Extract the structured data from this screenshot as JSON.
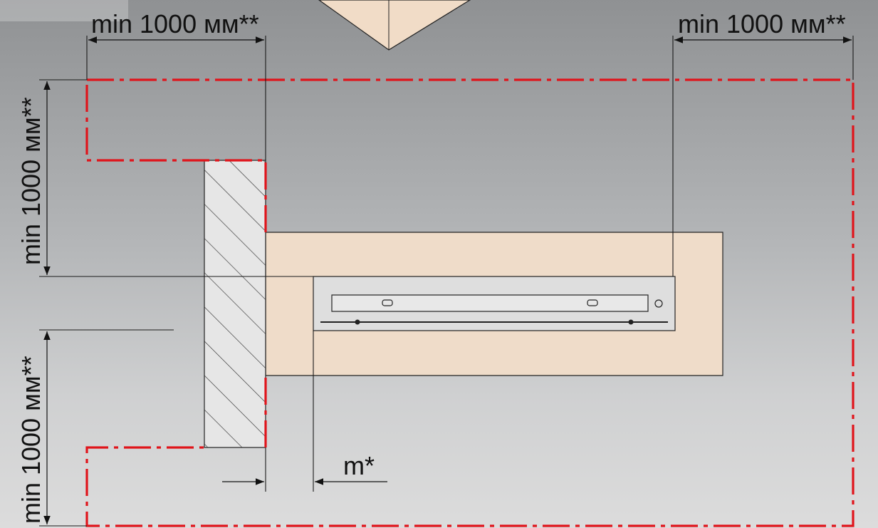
{
  "labels": {
    "top_left": "min 1000 мм**",
    "top_right": "min 1000 мм**",
    "left_upper": "min 1000 мм**",
    "left_lower": "min 1000 мм**",
    "bottom_gap": "m*"
  },
  "colors": {
    "boundary_line": "#e0141b",
    "wall_fill": "#e6e6e6",
    "wood_fill": "#efdcc9",
    "device_fill": "#d9d9d9",
    "lines": "#1a1a1a"
  }
}
